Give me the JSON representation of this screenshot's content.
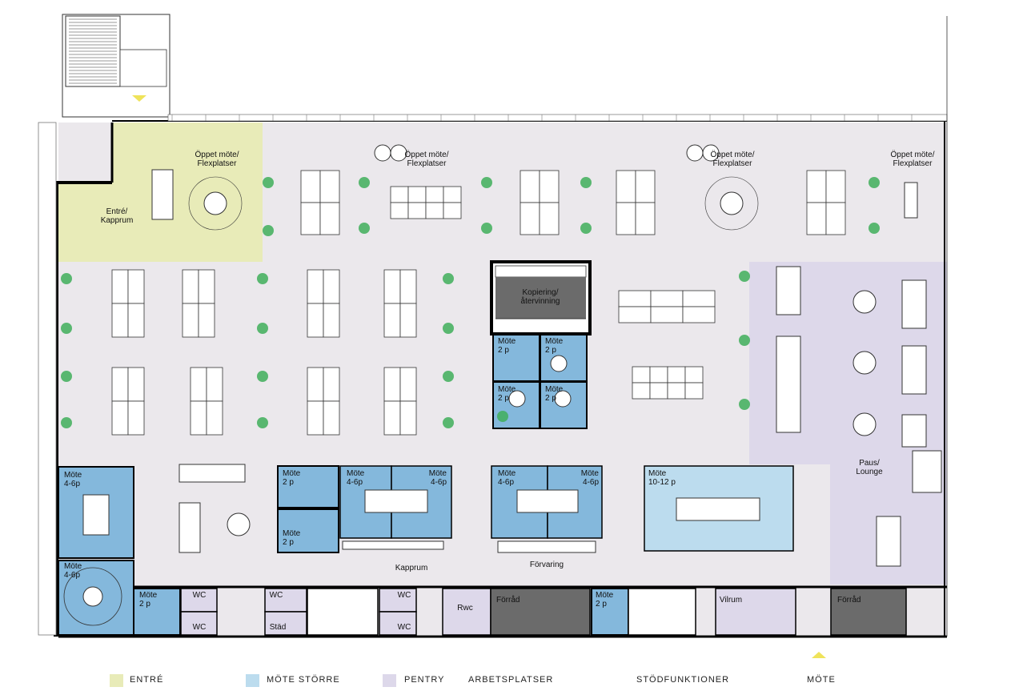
{
  "colors": {
    "entre": "#e8ebb8",
    "mote_storre": "#bcdcee",
    "mote_room": "#84b8dc",
    "pentry": "#ddd8ea",
    "workspace": "#ebe8ec",
    "storage": "#6b6b6b",
    "wall": "#000000",
    "plant": "#3fae5a"
  },
  "rooms": {
    "entre": "Entré/\nKapprum",
    "open1": "Öppet möte/\nFlexplatser",
    "open2": "Öppet möte/\nFlexplatser",
    "open3": "Öppet möte/\nFlexplatser",
    "open4": "Öppet möte/\nFlexplatser",
    "kopiering": "Kopiering/\nåtervinning",
    "mote_2p_a": "Möte\n2 p",
    "mote_2p_b": "Möte\n2 p",
    "mote_2p_c": "Möte\n2 p",
    "mote_2p_d": "Möte\n2 p",
    "mote_left_1": "Möte\n4-6p",
    "mote_left_2": "Möte\n4-6p",
    "mote_2p_e": "Möte\n2 p",
    "mote_2p_f": "Möte\n2 p",
    "mote_46_a": "Möte\n4-6p",
    "mote_46_b": "Möte\n4-6p",
    "mote_46_c": "Möte\n4-6p",
    "mote_46_d": "Möte\n4-6p",
    "mote_1012": "Möte\n10-12 p",
    "paus": "Paus/\nLounge",
    "kapprum": "Kapprum",
    "forvaring": "Förvaring",
    "mote_2p_g": "Möte\n2 p",
    "wc1": "WC",
    "wc2": "WC",
    "wc3": "WC",
    "wc4": "WC",
    "wc5": "WC",
    "stad": "Städ",
    "rwc": "Rwc",
    "forrad1": "Förråd",
    "mote_2p_h": "Möte\n2 p",
    "virum": "Vilrum",
    "forrad2": "Förråd"
  },
  "legend": {
    "entre": "ENTRÉ",
    "mote_storre": "MÖTE STÖRRE",
    "pentry": "PENTRY",
    "arbetsplatser": "ARBETSPLATSER",
    "stodfunktioner": "STÖDFUNKTIONER",
    "mote": "MÖTE"
  }
}
